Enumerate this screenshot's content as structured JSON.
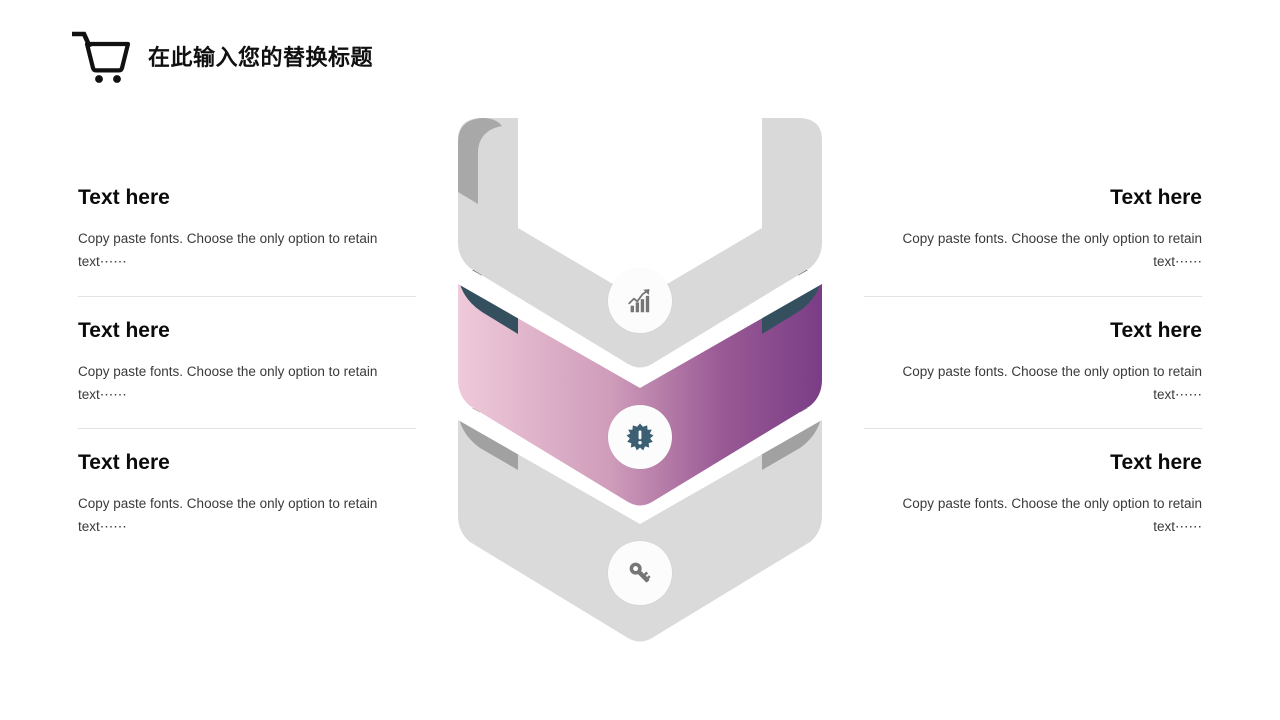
{
  "header": {
    "icon": "shopping-cart-icon",
    "title": "在此输入您的替换标题"
  },
  "left_column": {
    "blocks": [
      {
        "title": "Text here",
        "body": "Copy paste fonts. Choose the only option to retain text⋯⋯"
      },
      {
        "title": "Text here",
        "body": "Copy paste fonts. Choose the only option to retain text⋯⋯"
      },
      {
        "title": "Text here",
        "body": "Copy paste fonts. Choose the only option to retain text⋯⋯"
      }
    ]
  },
  "right_column": {
    "blocks": [
      {
        "title": "Text here",
        "body": "Copy paste fonts. Choose the only option to retain text⋯⋯"
      },
      {
        "title": "Text here",
        "body": "Copy paste fonts. Choose the only option to retain text⋯⋯"
      },
      {
        "title": "Text here",
        "body": "Copy paste fonts. Choose the only option to retain text⋯⋯"
      }
    ]
  },
  "diagram": {
    "type": "nested-chevron-infographic",
    "band_count": 3,
    "bands": [
      {
        "name": "band-top",
        "fill": "#d9d9d9",
        "fold_fill": "#a8a8a8",
        "icon": "growth-chart-icon",
        "icon_color": "#767676",
        "highlighted": false
      },
      {
        "name": "band-middle",
        "fill_start": "#eec6d8",
        "fill_end": "#7b3f87",
        "fold_fill": "#34505f",
        "icon": "alert-burst-icon",
        "icon_color": "#3d5f74",
        "highlighted": true
      },
      {
        "name": "band-bottom",
        "fill": "#dadada",
        "fold_fill": "#9a9a9a",
        "icon": "key-icon",
        "icon_color": "#767676",
        "highlighted": false
      }
    ],
    "divider_color": "#e3e3e3",
    "background": "#ffffff"
  }
}
